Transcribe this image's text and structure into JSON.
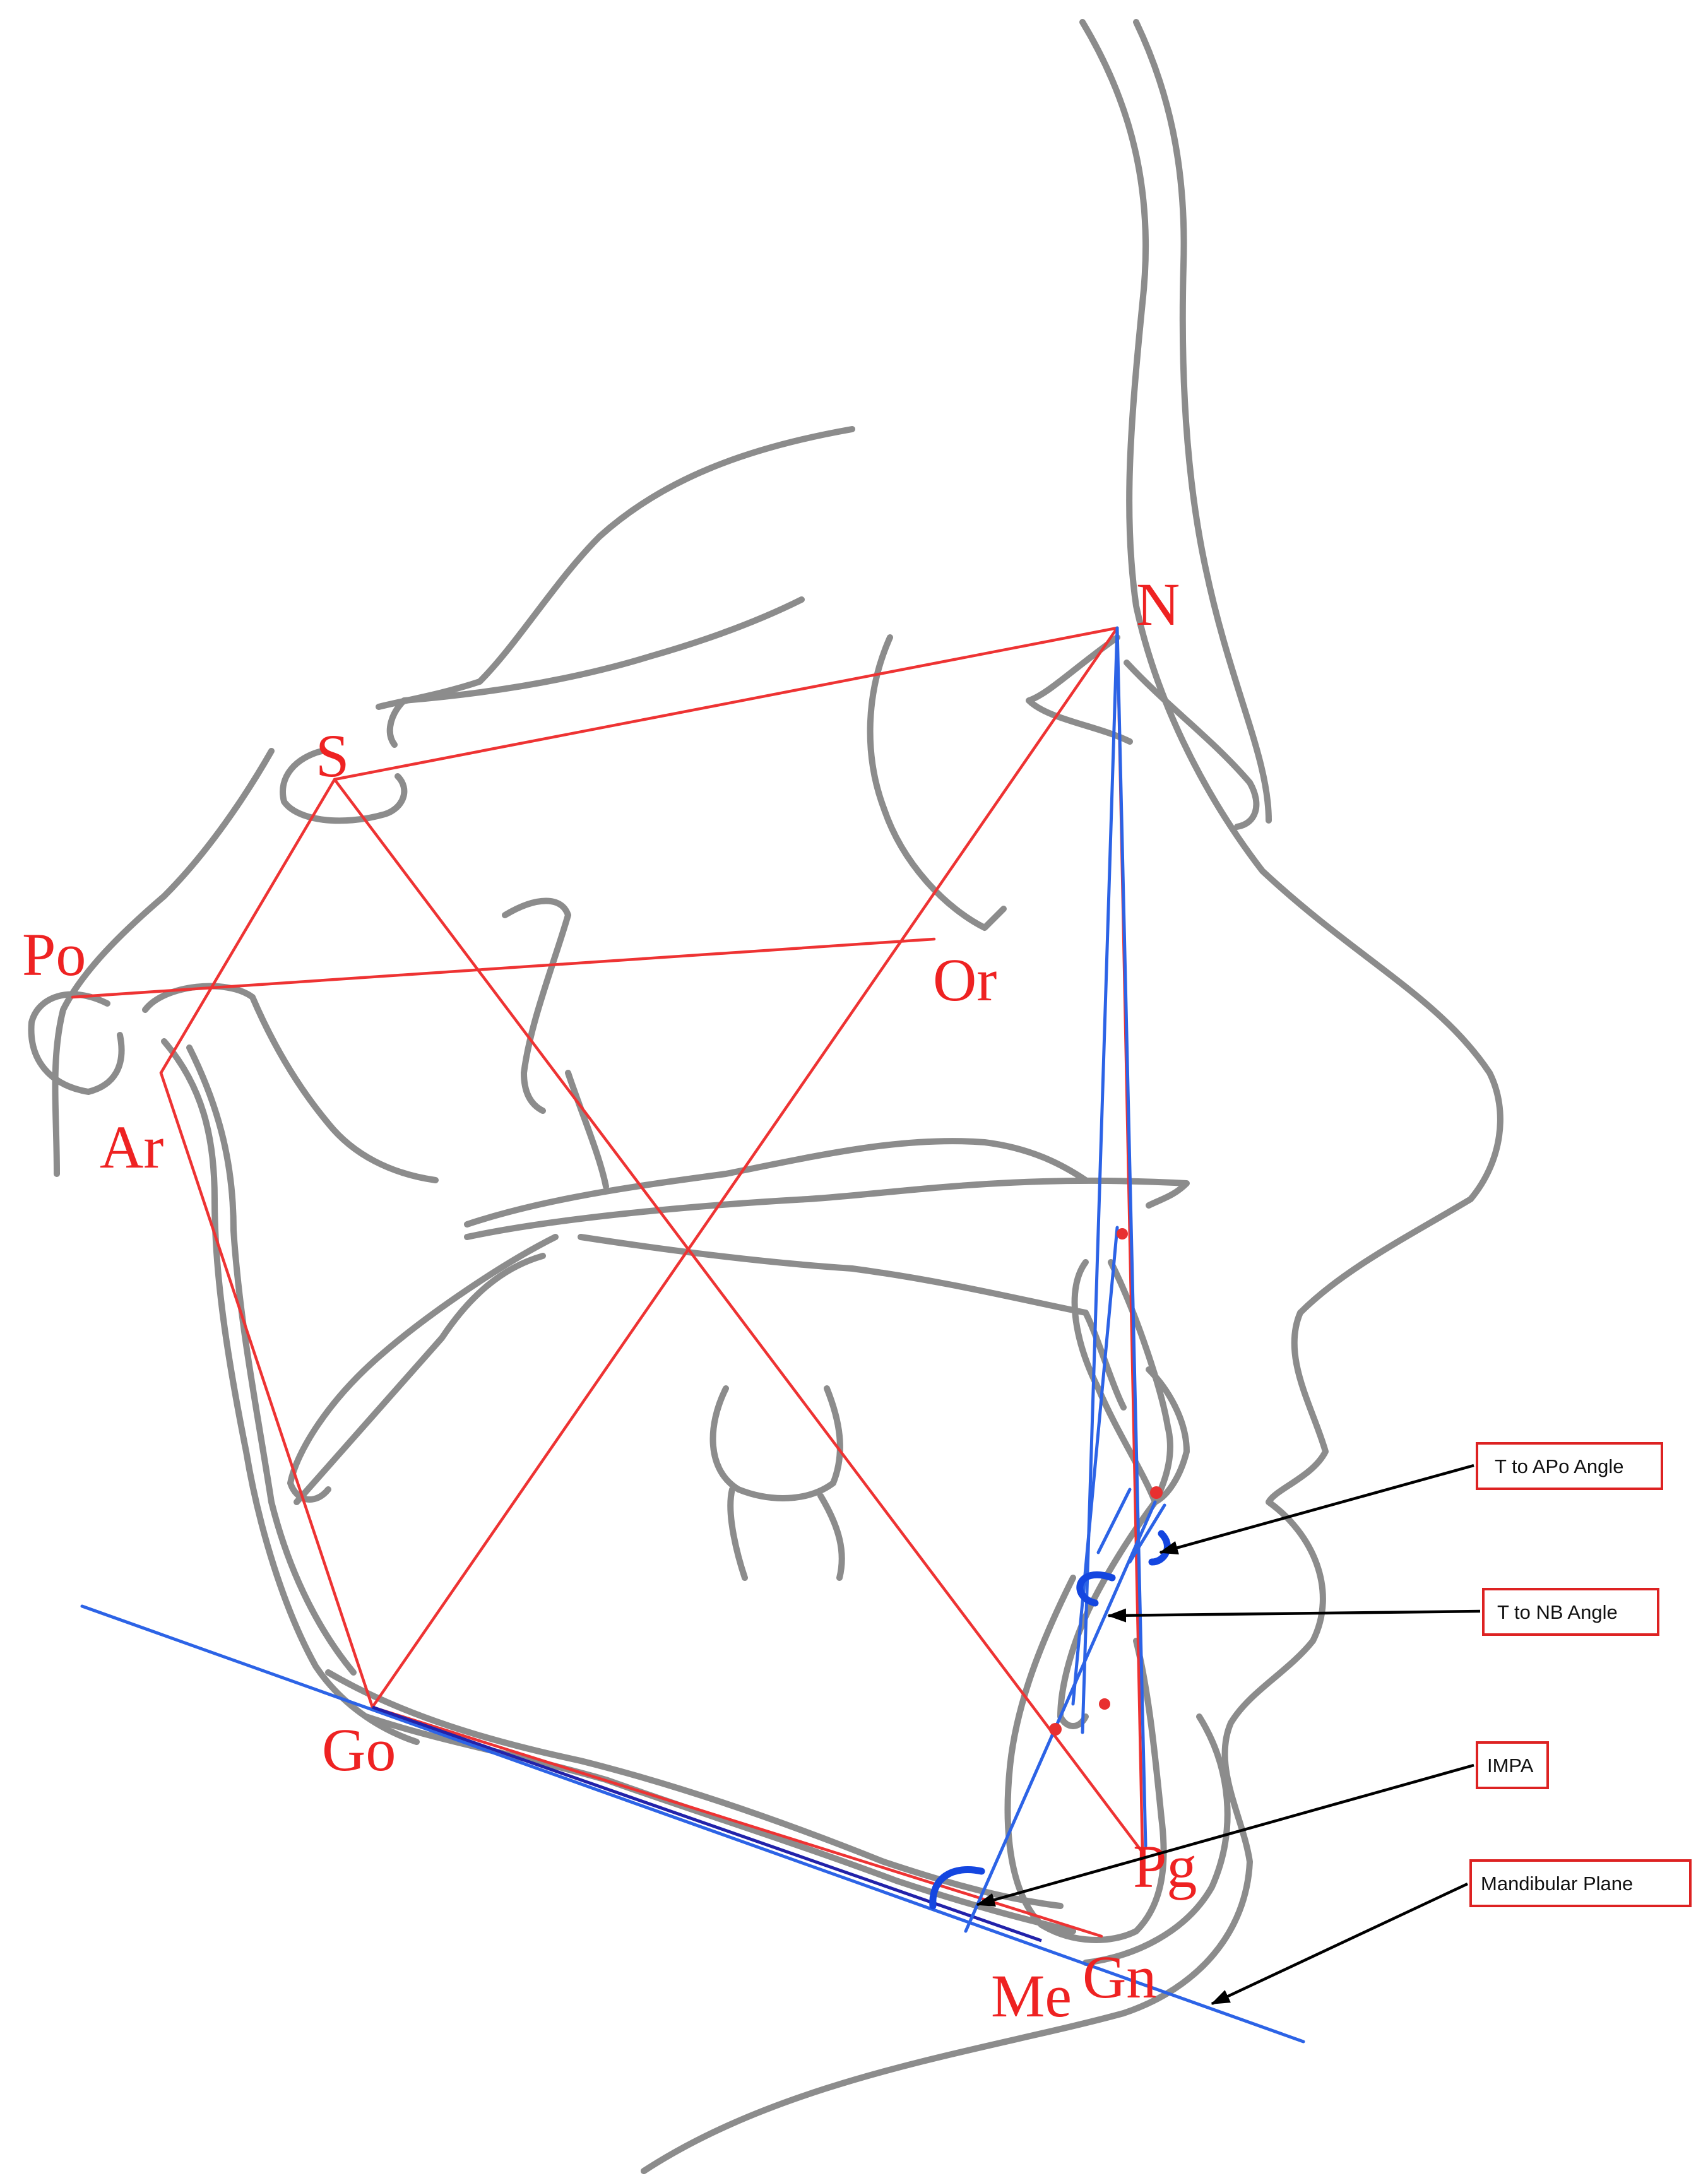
{
  "landmarks": {
    "N": "N",
    "S": "S",
    "Po": "Po",
    "Or": "Or",
    "Ar": "Ar",
    "Go": "Go",
    "Pg": "Pg",
    "Me": "Me",
    "Gn": "Gn"
  },
  "callouts": {
    "t_apo": "T to APo Angle",
    "t_nb": "T to NB Angle",
    "impa": "IMPA",
    "mand_plane": "Mandibular Plane"
  },
  "colors": {
    "tracing": "#8c8c8c",
    "landmark_lines": "#ee3333",
    "measure_lines": "#2c63e6",
    "label_text": "#ee2222"
  }
}
